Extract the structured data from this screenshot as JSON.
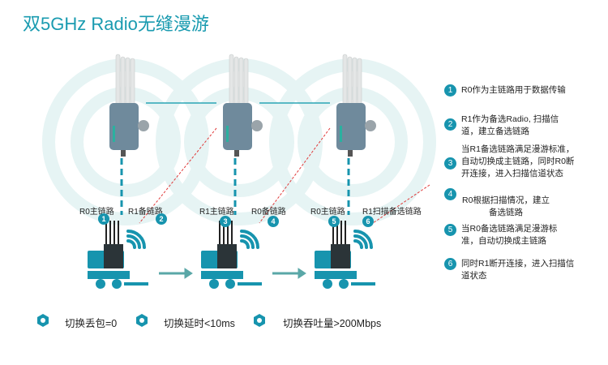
{
  "title": "双5GHz Radio无缝漫游",
  "colors": {
    "accent": "#1794ae",
    "title": "#1a9bb0",
    "dashed_red": "#e03a3a",
    "bg_ring": "#e8f5f5"
  },
  "stages": [
    {
      "labels": [
        "R0主链路",
        "R1备链路"
      ],
      "badges": [
        "1",
        "2"
      ]
    },
    {
      "labels": [
        "R1主链路",
        "R0备链路"
      ],
      "badges": [
        "3",
        "4"
      ]
    },
    {
      "labels": [
        "R0主链路",
        "R1扫描备选链路"
      ],
      "badges": [
        "5",
        "6"
      ]
    }
  ],
  "legend": [
    {
      "num": "1",
      "text": "R0作为主链路用于数据传输"
    },
    {
      "num": "2",
      "text": "R1作为备选Radio, 扫描信道，建立备选链路"
    },
    {
      "num": "3",
      "text": "当R1备选链路满足漫游标准，自动切换成主链路，同时R0断开连接，进入扫描信道状态"
    },
    {
      "num": "4",
      "text": "R0根据扫描情况，建立备选链路"
    },
    {
      "num": "5",
      "text": "当R0备选链路满足漫游标准，自动切换成主链路"
    },
    {
      "num": "6",
      "text": "同时R1断开连接，进入扫描信道状态"
    }
  ],
  "features": [
    "切换丢包=0",
    "切换延时<10ms",
    "切换吞吐量>200Mbps"
  ]
}
